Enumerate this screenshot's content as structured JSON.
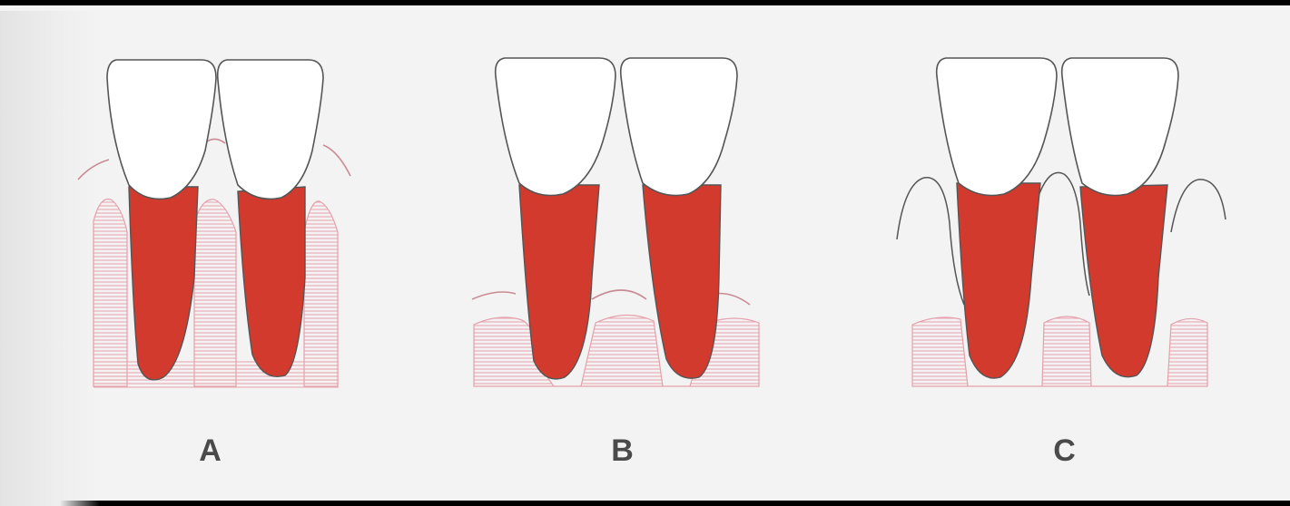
{
  "panels": [
    {
      "id": "A",
      "label": "A"
    },
    {
      "id": "B",
      "label": "B"
    },
    {
      "id": "C",
      "label": "C"
    }
  ],
  "colors": {
    "root": "#d53a2e",
    "root_edge": "#8a1a14",
    "crown": "#ffffff",
    "outline": "#555555",
    "bone_hatch": "#e6a1ad",
    "gingiva_line": "#c98d97",
    "background": "#f4f3f3"
  }
}
